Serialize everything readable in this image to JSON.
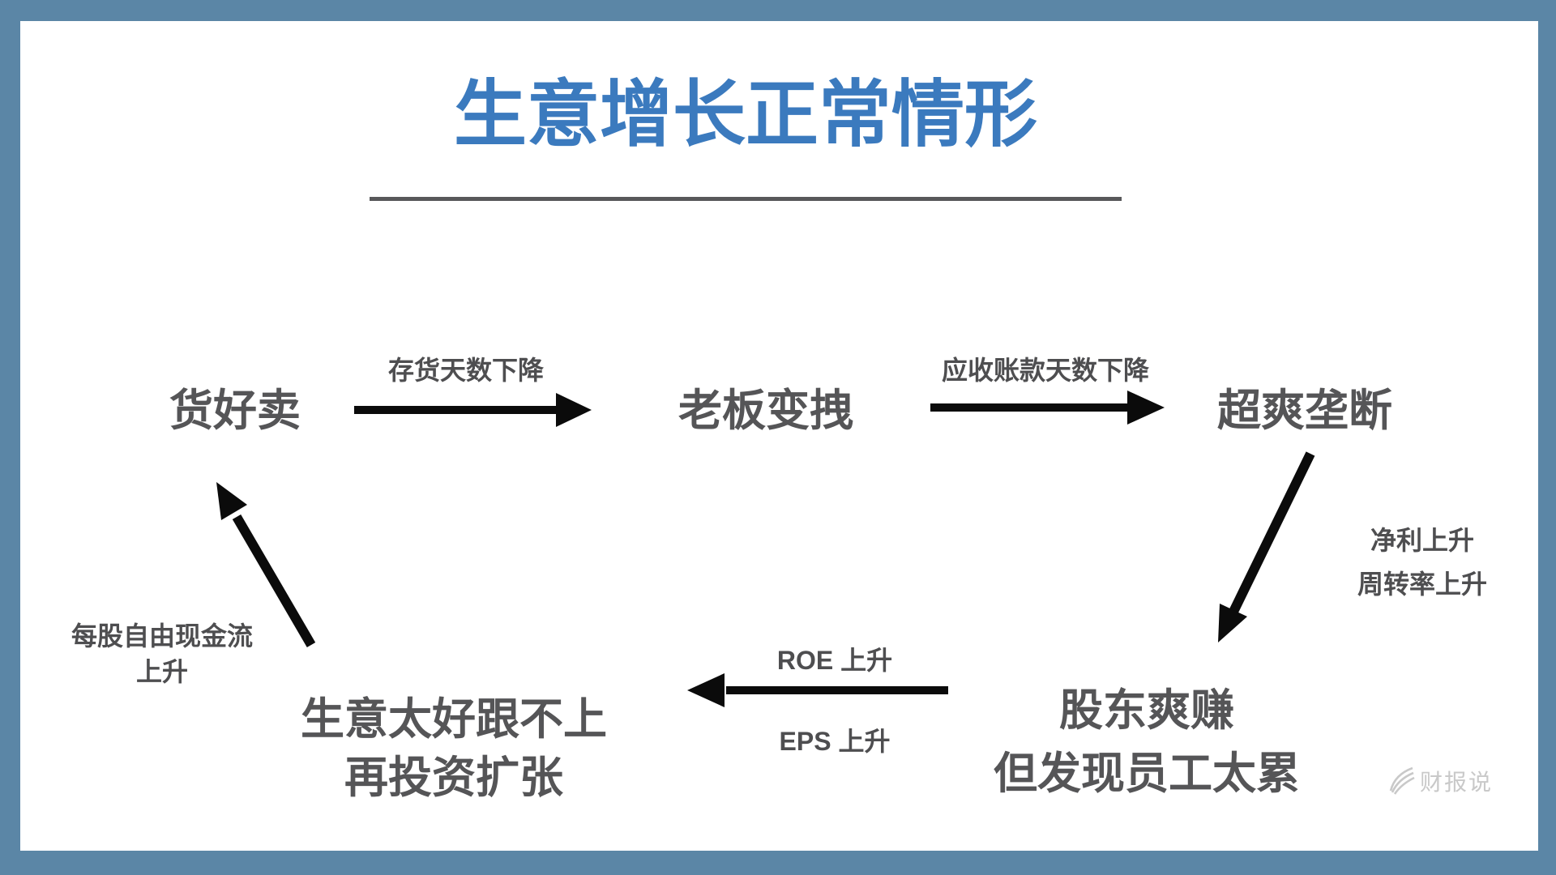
{
  "page": {
    "title": "生意增长正常情形"
  },
  "nodes": {
    "goods_sell_well": {
      "label": "货好卖"
    },
    "boss_gets_cocky": {
      "label": "老板变拽"
    },
    "super_monopoly": {
      "label": "超爽垄断"
    },
    "shareholders_happy": {
      "line1": "股东爽赚",
      "line2": "但发现员工太累"
    },
    "business_too_good": {
      "line1": "生意太好跟不上",
      "line2": "再投资扩张"
    }
  },
  "edges": {
    "inventory_days": {
      "label": "存货天数下降"
    },
    "receivable_days": {
      "label": "应收账款天数下降"
    },
    "profit_turnover": {
      "line1": "净利上升",
      "line2": "周转率上升"
    },
    "roe_eps": {
      "line1": "ROE 上升",
      "line2": "EPS 上升"
    },
    "free_cash_flow": {
      "line1": "每股自由现金流",
      "line2": "上升"
    }
  },
  "logo": {
    "text": "财报说"
  },
  "colors": {
    "frame": "#5b86a6",
    "surface": "#ffffff",
    "title": "#3b7abe",
    "node": "#555557",
    "label": "#4e4e50",
    "arrow": "#0b0b0b",
    "divider": "#58585a",
    "logo": "#c9c9c9"
  }
}
